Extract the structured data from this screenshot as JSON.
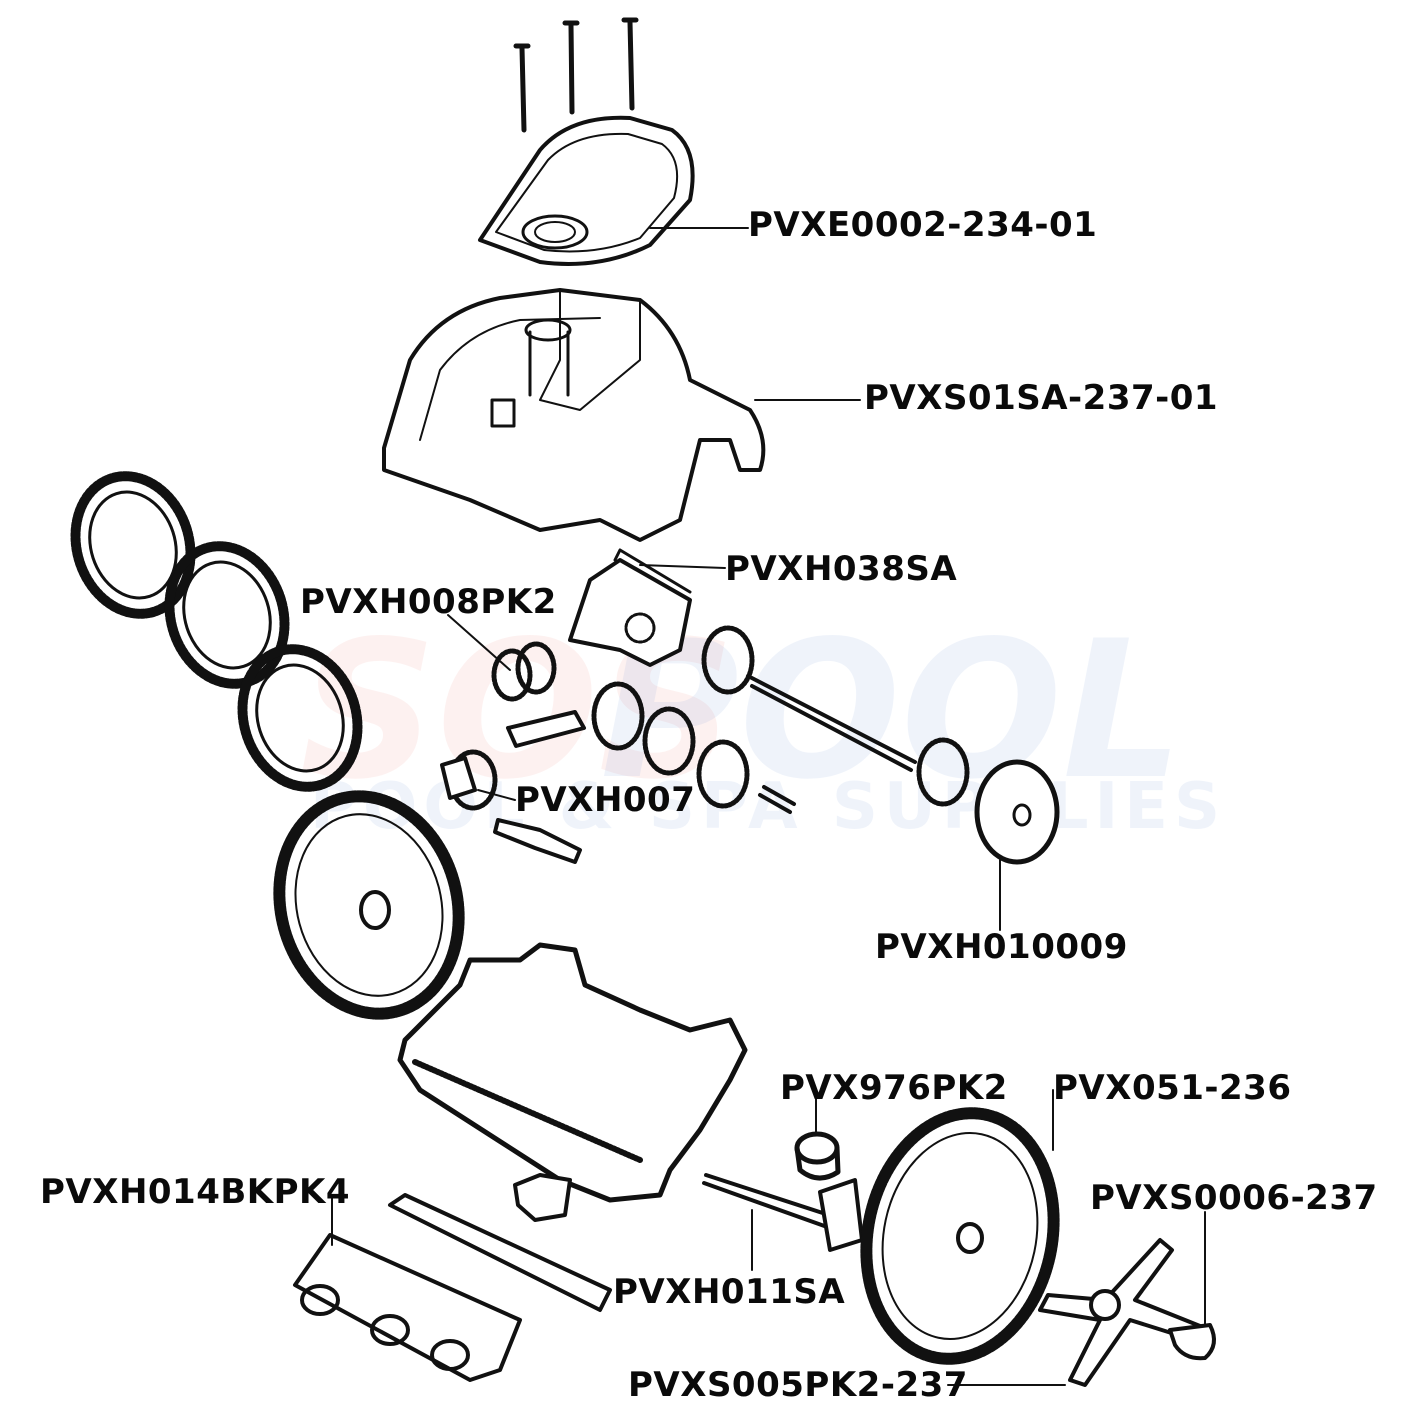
{
  "watermark": {
    "brand_left": "SOS",
    "brand_right": "POOL",
    "tagline": "POOL & SPA SUPPLIES",
    "colors": {
      "left": "#e84c3d",
      "right": "#2a66c9"
    }
  },
  "parts": [
    {
      "id": "top-cover",
      "label": "PVXE0002-234-01",
      "description": "top cover with screws"
    },
    {
      "id": "body-shell",
      "label": "PVXS01SA-237-01",
      "description": "body shell"
    },
    {
      "id": "turbine-housing",
      "label": "PVXH038SA",
      "description": "turbine housing"
    },
    {
      "id": "gear-pair",
      "label": "PVXH008PK2",
      "description": "idler gear pair"
    },
    {
      "id": "pinion-gear",
      "label": "PVXH007",
      "description": "pinion gear"
    },
    {
      "id": "drive-hub",
      "label": "PVXH010009",
      "description": "drive hub"
    },
    {
      "id": "bushing",
      "label": "PVX976PK2",
      "description": "bushing"
    },
    {
      "id": "wheel-gear",
      "label": "PVX051-236",
      "description": "wheel"
    },
    {
      "id": "wheel-cap",
      "label": "PVXS0006-237",
      "description": "wheel cap"
    },
    {
      "id": "flaps",
      "label": "PVXH014BKPK4",
      "description": "flap kit"
    },
    {
      "id": "axle",
      "label": "PVXH011SA",
      "description": "axle assembly"
    },
    {
      "id": "star-hub",
      "label": "PVXS005PK2-237",
      "description": "hub cover"
    }
  ]
}
